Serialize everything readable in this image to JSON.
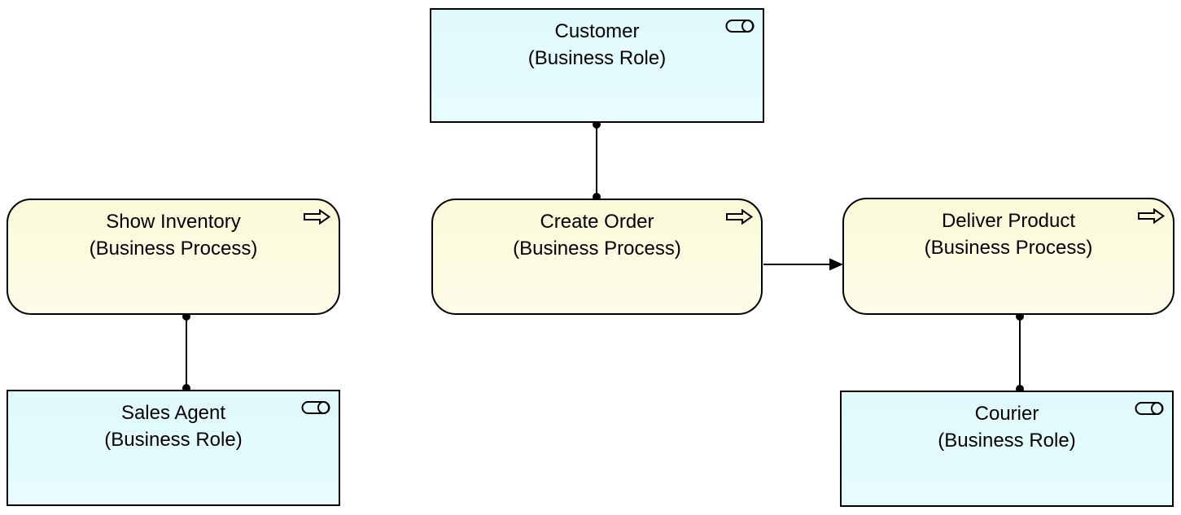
{
  "nodes": {
    "customer": {
      "name": "Customer",
      "type_label": "(Business Role)",
      "element_type": "Business Role",
      "icon": "business-role-icon"
    },
    "show_inventory": {
      "name": "Show Inventory",
      "type_label": "(Business Process)",
      "element_type": "Business Process",
      "icon": "business-process-icon"
    },
    "create_order": {
      "name": "Create Order",
      "type_label": "(Business Process)",
      "element_type": "Business Process",
      "icon": "business-process-icon"
    },
    "deliver_product": {
      "name": "Deliver Product",
      "type_label": "(Business Process)",
      "element_type": "Business Process",
      "icon": "business-process-icon"
    },
    "sales_agent": {
      "name": "Sales Agent",
      "type_label": "(Business Role)",
      "element_type": "Business Role",
      "icon": "business-role-icon"
    },
    "courier": {
      "name": "Courier",
      "type_label": "(Business Role)",
      "element_type": "Business Role",
      "icon": "business-role-icon"
    }
  },
  "relationships": [
    {
      "from": "Customer",
      "to": "Create Order",
      "type": "assignment",
      "marker": "filled-ball-both-ends",
      "orientation": "vertical"
    },
    {
      "from": "Show Inventory",
      "to": "Sales Agent",
      "type": "assignment",
      "marker": "filled-ball-both-ends",
      "orientation": "vertical"
    },
    {
      "from": "Deliver Product",
      "to": "Courier",
      "type": "assignment",
      "marker": "filled-ball-both-ends",
      "orientation": "vertical"
    },
    {
      "from": "Create Order",
      "to": "Deliver Product",
      "type": "triggering",
      "marker": "filled-triangle-arrowhead",
      "orientation": "horizontal"
    }
  ],
  "colors": {
    "role_fill": "#dffafc",
    "process_fill": "#fafad8",
    "border": "#000000",
    "connector": "#000000",
    "background": "#ffffff"
  }
}
